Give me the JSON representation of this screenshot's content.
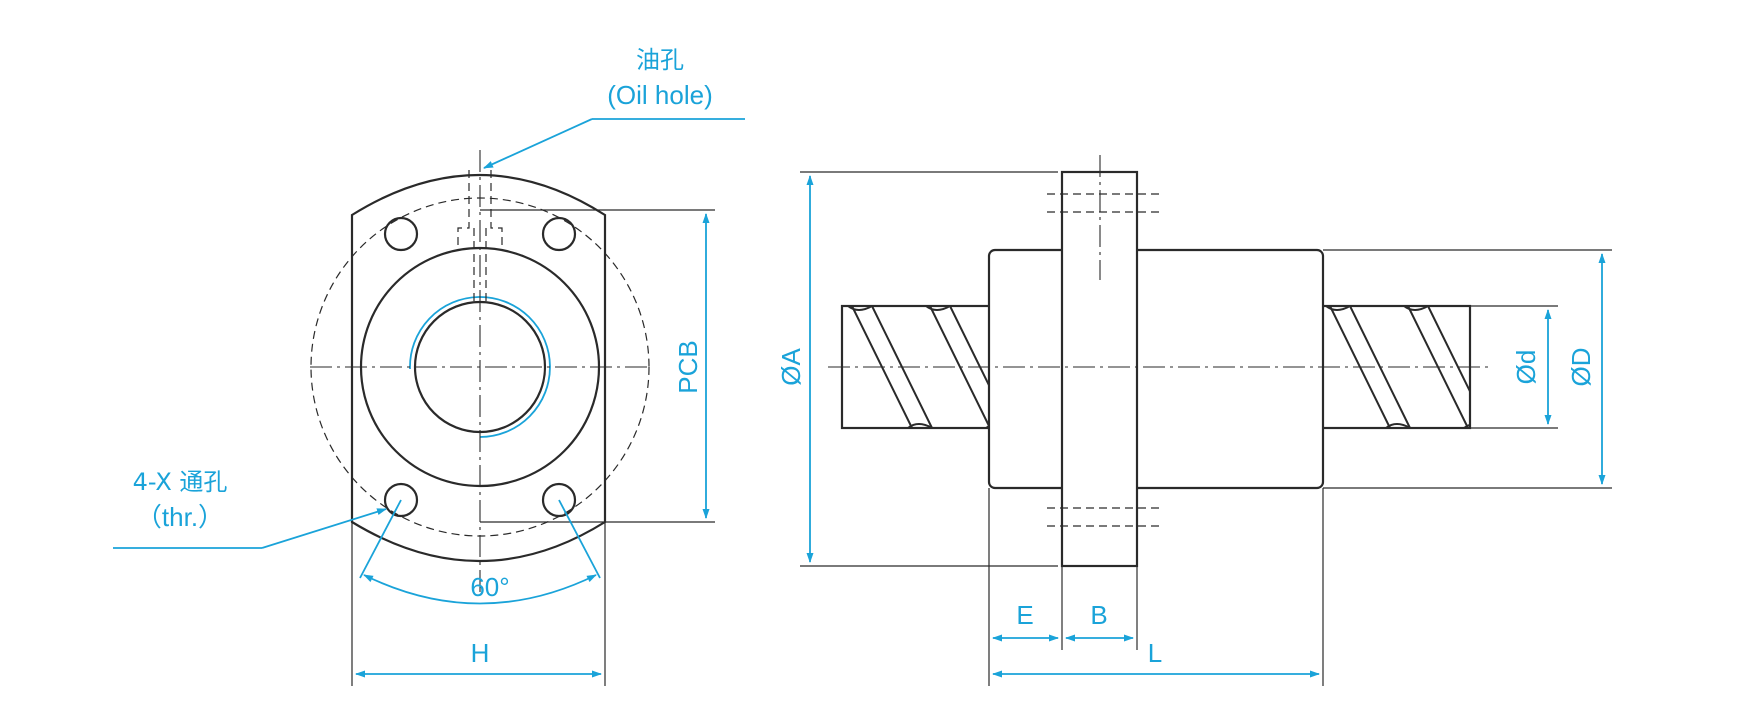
{
  "colors": {
    "dimension": "#1aa3d9",
    "outline": "#2a2a2a"
  },
  "labels": {
    "oil_hole_cn": "油孔",
    "oil_hole_en": "(Oil hole)",
    "holes_cn": "4-X 通孔",
    "holes_en": "（thr.）",
    "angle": "60°",
    "pcb": "PCB",
    "width_h": "H",
    "dia_a": "ØA",
    "dia_d_small": "Ød",
    "dia_d_large": "ØD",
    "len_e": "E",
    "len_b": "B",
    "len_l": "L"
  }
}
